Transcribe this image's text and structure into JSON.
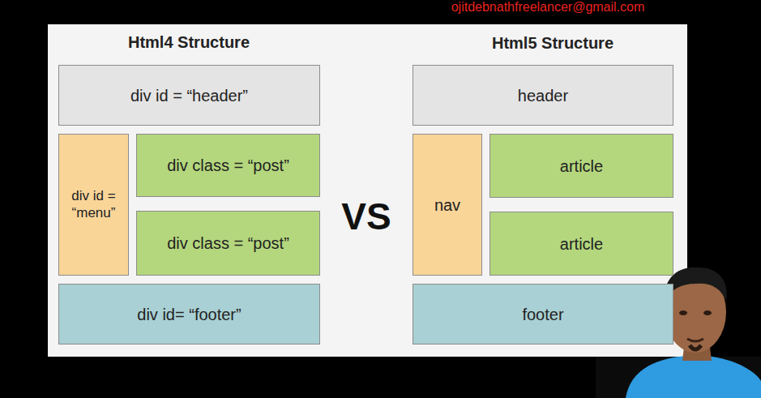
{
  "diagram": {
    "nodes": [
      {
        "text": [
          "div id = “header”"
        ]
      },
      {
        "text": [
          "div id = “menu”"
        ]
      },
      {
        "text": [
          "div class = “post”"
        ]
      },
      {
        "text": [
          "div class = “post”"
        ]
      },
      {
        "text": [
          "div id= “footer”"
        ]
      },
      {
        "text": [
          "header"
        ]
      },
      {
        "text": [
          "nav"
        ]
      },
      {
        "text": [
          "article"
        ]
      },
      {
        "text": [
          "article"
        ]
      },
      {
        "text": [
          "footer"
        ]
      }
    ],
    "labels": [
      "ojitdebnathfreelancer@gmail.com",
      "Html4 Structure",
      "Html5 Structure",
      "VS"
    ]
  }
}
